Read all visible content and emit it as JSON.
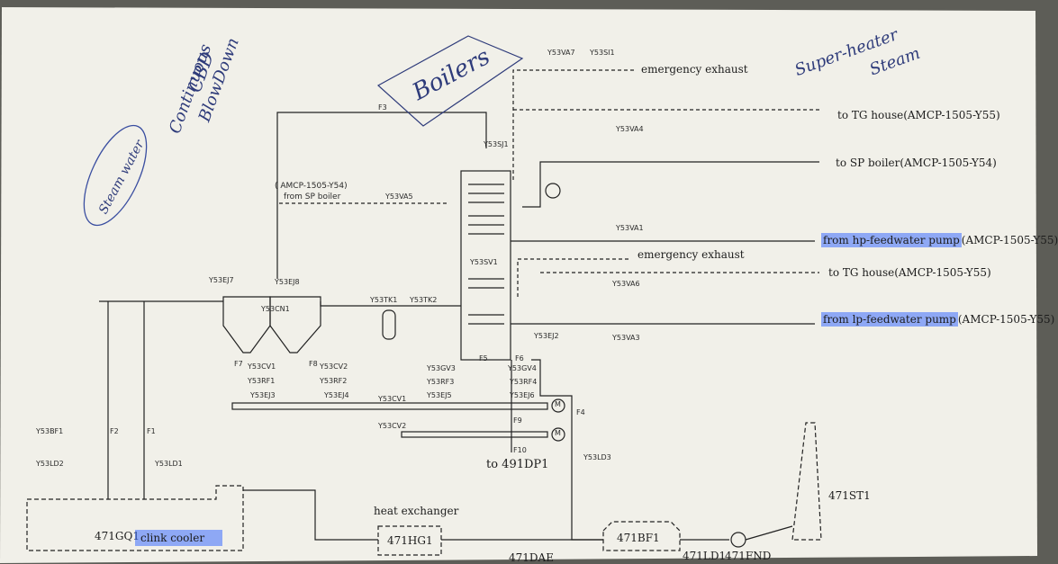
{
  "handwritten": {
    "title": "Boilers",
    "superheated": [
      "Super-heater",
      "Steam"
    ],
    "cbd": [
      "CBD",
      "Continuous",
      "BlowDown"
    ],
    "drum": "Steam water"
  },
  "labels": {
    "emergency_exhaust_1": "emergency exhaust",
    "emergency_exhaust_2": "emergency exhaust",
    "to_tg_house_1": "to TG house(AMCP-1505-Y55)",
    "to_sp_boiler": "to SP boiler(AMCP-1505-Y54)",
    "from_hp_feedwater": "from hp-feedwater pump",
    "from_hp_suffix": "(AMCP-1505-Y55)",
    "to_tg_house_2": "to TG house(AMCP-1505-Y55)",
    "from_lp_feedwater": "from lp-feedwater pump",
    "from_lp_suffix": "(AMCP-1505-Y55)",
    "amcp_y54": "( AMCP-1505-Y54)",
    "from_sp_boiler": "from SP boiler",
    "to_491dp1": "to 491DP1",
    "heat_exchanger": "heat exchanger"
  },
  "equipment": {
    "gq1": "471GQ1",
    "clink_cooler": "clink cooler",
    "hg1": "471HG1",
    "dae": "471DAE",
    "bf1": "471BF1",
    "ld1": "471LD1",
    "fnd": "471FND",
    "st1": "471ST1"
  },
  "tags": {
    "va7": "Y53VA7",
    "si1": "Y53SI1",
    "va4": "Y53VA4",
    "sj1": "Y53SJ1",
    "va5": "Y53VA5",
    "va1": "Y53VA1",
    "va6": "Y53VA6",
    "va3": "Y53VA3",
    "sv1": "Y53SV1",
    "tk1": "Y53TK1",
    "tk2": "Y53TK2",
    "ej2": "Y53EJ2",
    "ej7": "Y53EJ7",
    "ej8": "Y53EJ8",
    "cn1": "Y53CN1",
    "cv1": "Y53CV1",
    "cv2": "Y53CV2",
    "rf1": "Y53RF1",
    "rf2": "Y53RF2",
    "ej3": "Y53EJ3",
    "ej4": "Y53EJ4",
    "gv3": "Y53GV3",
    "gv4": "Y53GV4",
    "rf3": "Y53RF3",
    "rf4": "Y53RF4",
    "ej5": "Y53EJ5",
    "ej6": "Y53EJ6",
    "cv1b": "Y53CV1",
    "cv2b": "Y53CV2",
    "ld3": "Y53LD3",
    "bf1t": "Y53BF1",
    "ld2": "Y53LD2",
    "ld1": "Y53LD1",
    "f1": "F1",
    "f2": "F2",
    "f3": "F3",
    "f4": "F4",
    "f5": "F5",
    "f6": "F6",
    "f7": "F7",
    "f8": "F8",
    "f9": "F9",
    "f10": "F10",
    "m1": "M",
    "m2": "M"
  }
}
